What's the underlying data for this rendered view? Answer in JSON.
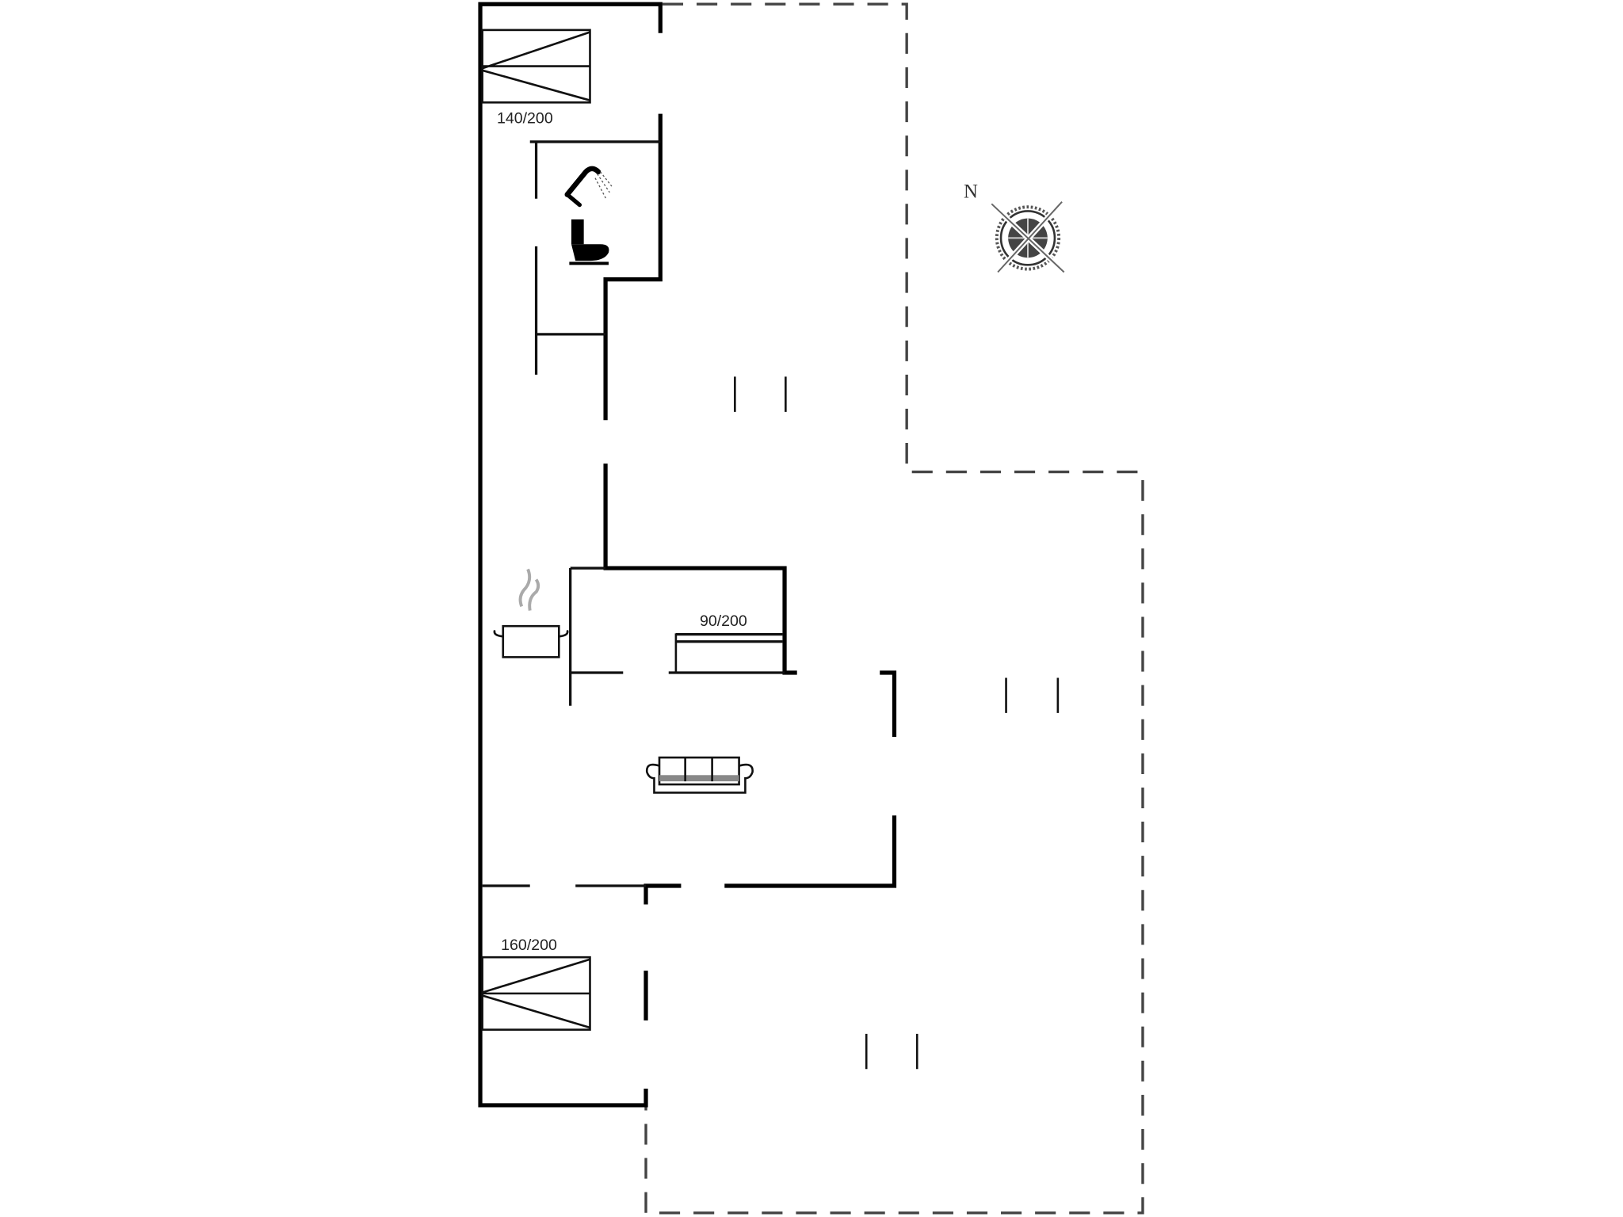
{
  "floorplan": {
    "rooms": {
      "bedroom_top": {
        "bed_label": "140/200"
      },
      "bedroom_middle": {
        "bed_label": "90/200"
      },
      "bedroom_bottom": {
        "bed_label": "160/200"
      },
      "bathroom": {
        "fixtures": [
          "shower-icon",
          "toilet-icon"
        ]
      },
      "kitchen": {
        "icon": "cooking-pot-icon"
      },
      "living_room": {
        "icon": "sofa-icon"
      }
    },
    "compass": {
      "label": "N",
      "icon": "compass-rose-icon"
    },
    "colors": {
      "wall": "#000000",
      "terrace_outline": "#444444",
      "background": "#ffffff"
    }
  }
}
